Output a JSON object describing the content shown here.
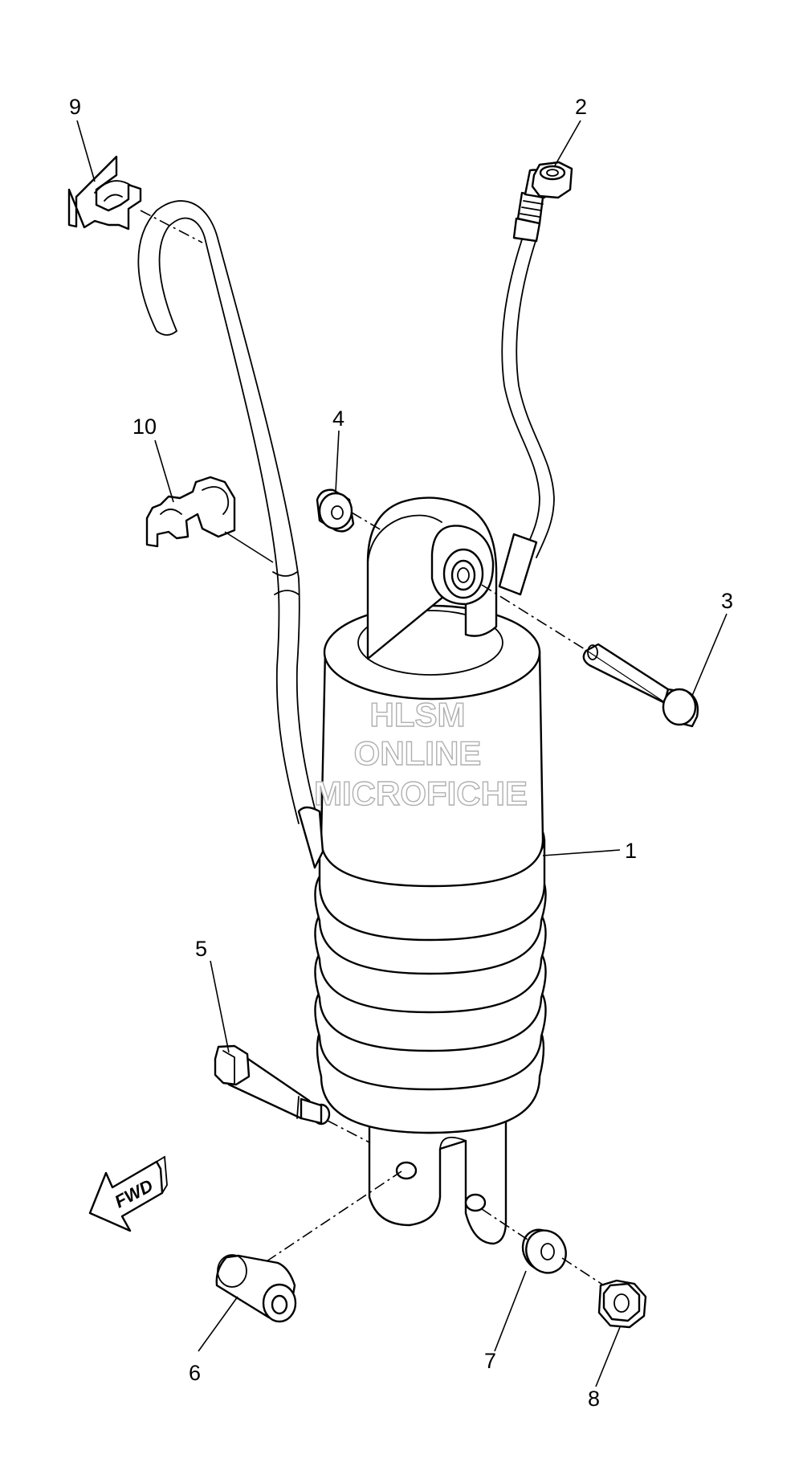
{
  "callouts": [
    "1",
    "2",
    "3",
    "4",
    "5",
    "6",
    "7",
    "8",
    "9",
    "10"
  ],
  "watermark": {
    "line1": "HLSM",
    "line2": "ONLINE",
    "line3": "MICROFICHE",
    "color": "#b0b0b0"
  },
  "direction_arrow": {
    "label": "FWD"
  },
  "colors": {
    "line": "#000000",
    "background": "#ffffff"
  }
}
